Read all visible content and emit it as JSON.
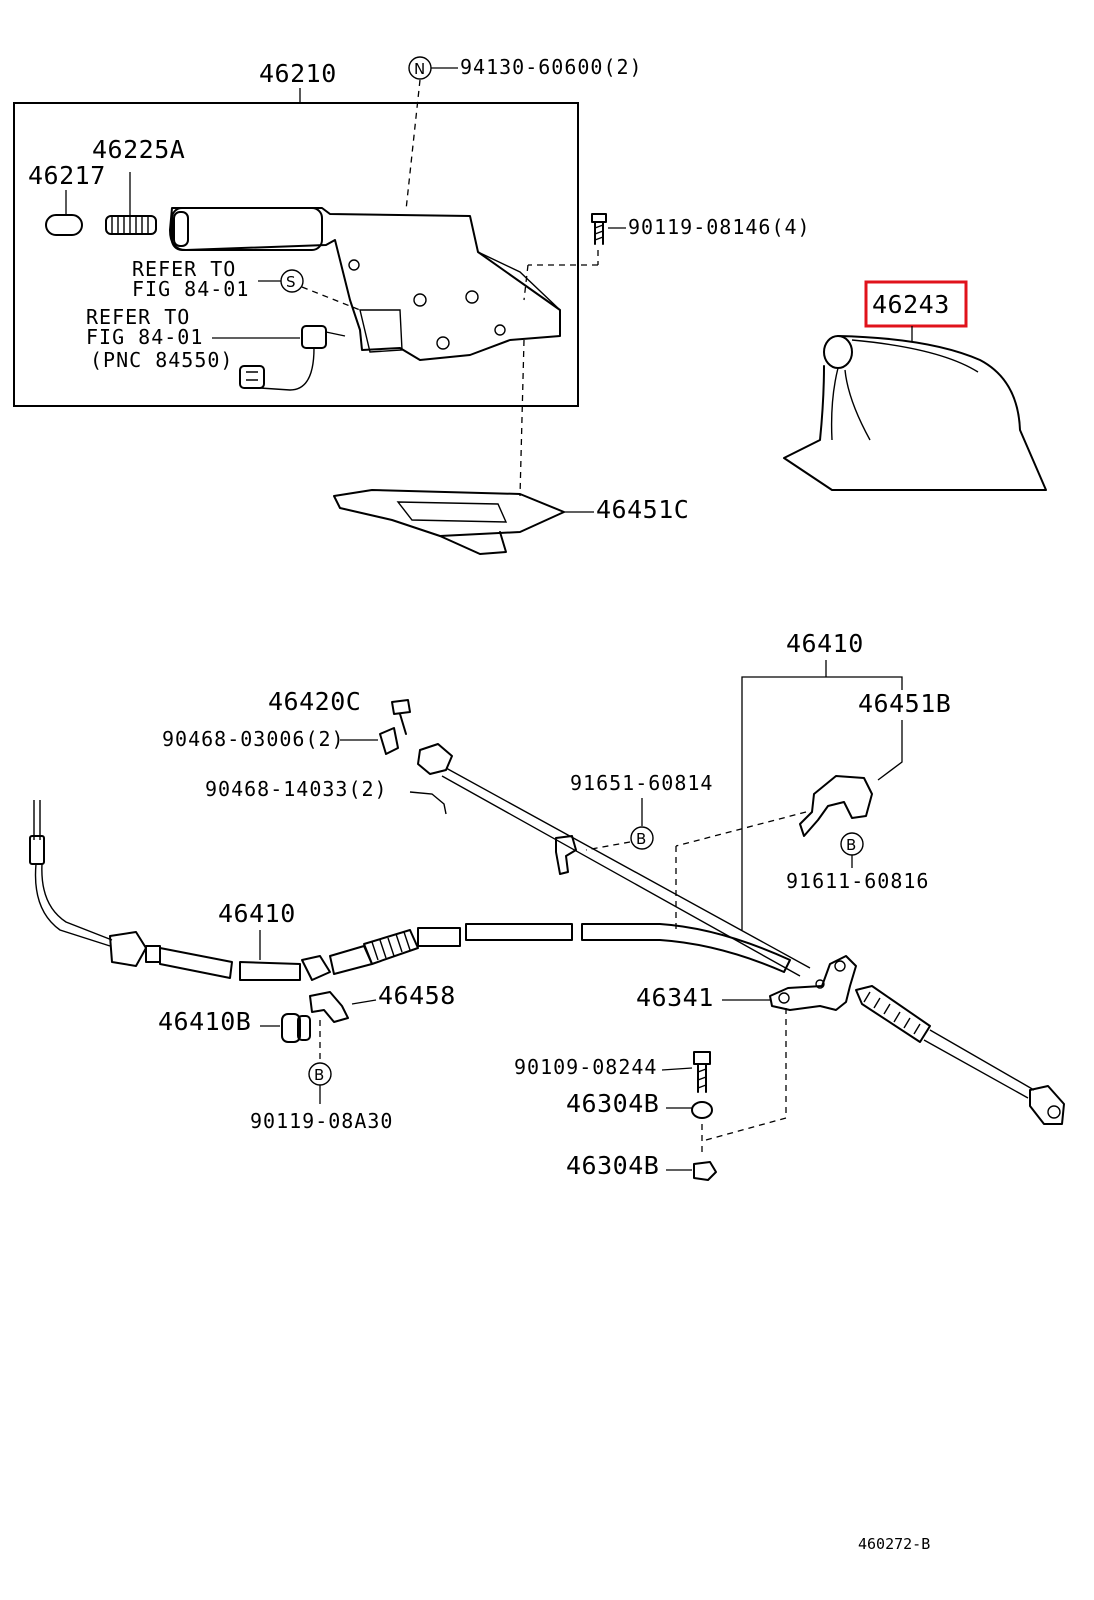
{
  "diagram": {
    "labels": {
      "p46210": "46210",
      "p94130": "94130-60600(2)",
      "p46225A": "46225A",
      "p46217": "46217",
      "p90119a": "90119-08146(4)",
      "refer1_a": "REFER TO",
      "refer1_b": "FIG 84-01",
      "refer2_a": "REFER TO",
      "refer2_b": "FIG 84-01",
      "refer2_c": "(PNC 84550)",
      "p46243": "46243",
      "p46451C": "46451C",
      "p46410_top": "46410",
      "p46420C": "46420C",
      "p46451B": "46451B",
      "p90468_03006": "90468-03006(2)",
      "p90468_14033": "90468-14033(2)",
      "p91651": "91651-60814",
      "p91611": "91611-60816",
      "p46410_mid": "46410",
      "p46458": "46458",
      "p46341": "46341",
      "p46410B": "46410B",
      "p90109": "90109-08244",
      "p46304B_a": "46304B",
      "p46304B_b": "46304B",
      "p90119b": "90119-08A30",
      "fig_code": "460272-B"
    },
    "callouts": {
      "N": "N",
      "S": "S",
      "B1": "B",
      "B2": "B",
      "B3": "B"
    },
    "highlight_color": "#e0121b",
    "highlighted_part": "46243"
  }
}
